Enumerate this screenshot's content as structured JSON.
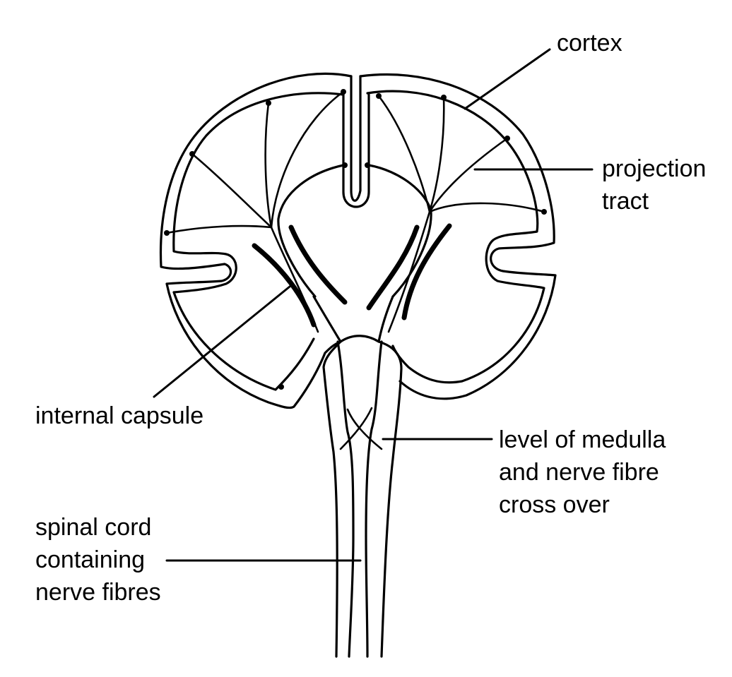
{
  "labels": {
    "cortex": "cortex",
    "projection_tract": [
      "projection",
      "tract"
    ],
    "internal_capsule": "internal capsule",
    "medulla": [
      "level of medulla",
      "and nerve fibre",
      "cross over"
    ],
    "spinal_cord": [
      "spinal cord",
      "containing",
      "nerve fibres"
    ]
  },
  "colors": {
    "ink": "#000000",
    "background": "#ffffff"
  }
}
